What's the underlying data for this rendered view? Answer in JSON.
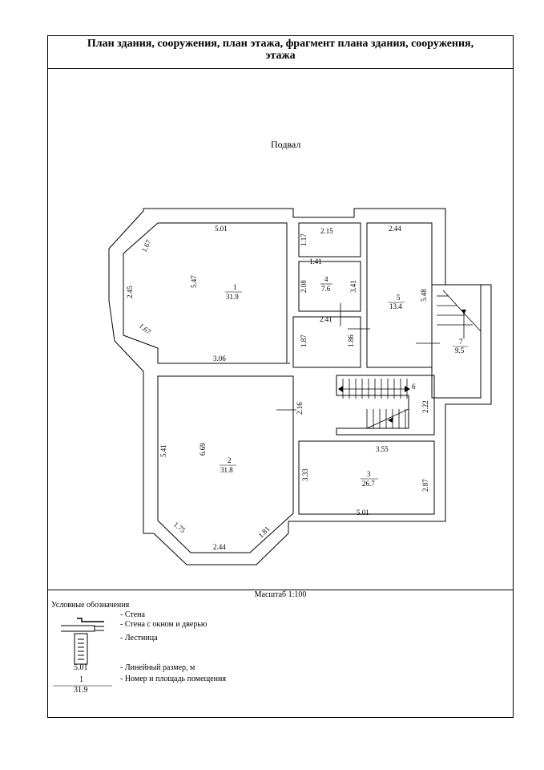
{
  "title": "План здания, сооружения, план этажа, фрагмент плана здания, сооружения, этажа",
  "floor_label": "Подвал",
  "scale": "Масштаб 1:100",
  "rooms": [
    {
      "number": "1",
      "area": "31.9"
    },
    {
      "number": "2",
      "area": "31.8"
    },
    {
      "number": "3",
      "area": "26.7"
    },
    {
      "number": "4",
      "area": "7.6"
    },
    {
      "number": "5",
      "area": "13.4"
    },
    {
      "number": "6",
      "area": ""
    },
    {
      "number": "7",
      "area": "9.5"
    }
  ],
  "dimensions": [
    "5.01",
    "1.67",
    "5.47",
    "2.45",
    "1.67",
    "3.06",
    "2.15",
    "1.17",
    "1.41",
    "3.41",
    "2.08",
    "2.41",
    "1.87",
    "1.86",
    "2.44",
    "5.48",
    "2.16",
    "6.69",
    "5.41",
    "3.33",
    "1.75",
    "2.44",
    "1.81",
    "3.55",
    "2.22",
    "2.87",
    "5.01"
  ],
  "legend": {
    "title": "Условные обозначения",
    "items": [
      "- Стена",
      "- Стена с окном и дверью",
      "- Лестница",
      "- Линейный размер, м",
      "- Номер и площадь помещения"
    ],
    "sample_dimension": "5.01",
    "sample_room_number": "1",
    "sample_room_area": "31.9"
  }
}
